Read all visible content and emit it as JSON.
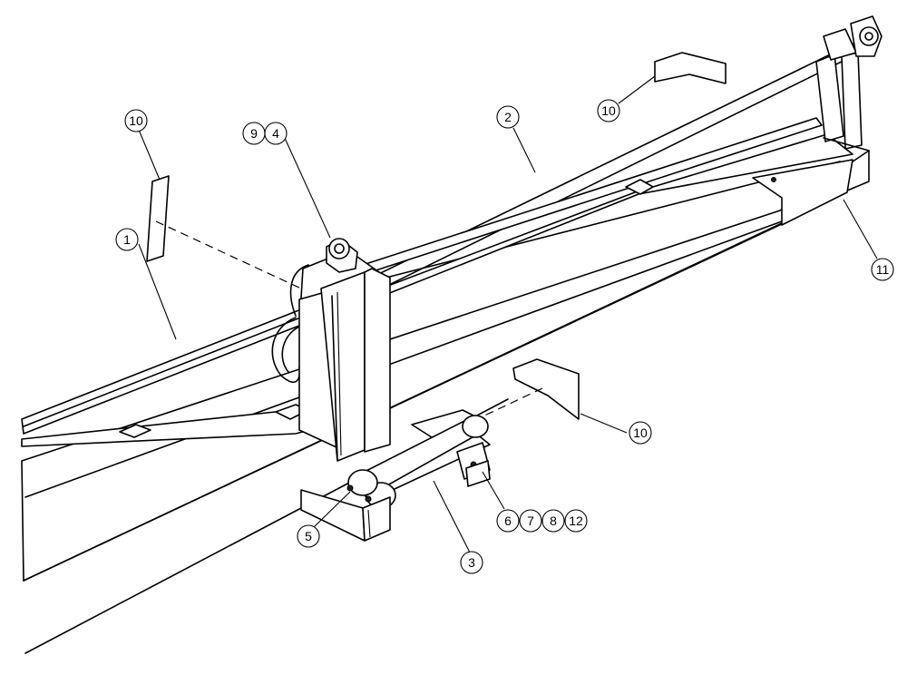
{
  "callouts": [
    {
      "id": "c10a",
      "label": "10"
    },
    {
      "id": "c1",
      "label": "1"
    },
    {
      "id": "c9",
      "label": "9"
    },
    {
      "id": "c4",
      "label": "4"
    },
    {
      "id": "c2",
      "label": "2"
    },
    {
      "id": "c10b",
      "label": "10"
    },
    {
      "id": "c11",
      "label": "11"
    },
    {
      "id": "c10c",
      "label": "10"
    },
    {
      "id": "c5",
      "label": "5"
    },
    {
      "id": "c3",
      "label": "3"
    },
    {
      "id": "c6",
      "label": "6"
    },
    {
      "id": "c7",
      "label": "7"
    },
    {
      "id": "c8",
      "label": "8"
    },
    {
      "id": "c12",
      "label": "12"
    }
  ]
}
